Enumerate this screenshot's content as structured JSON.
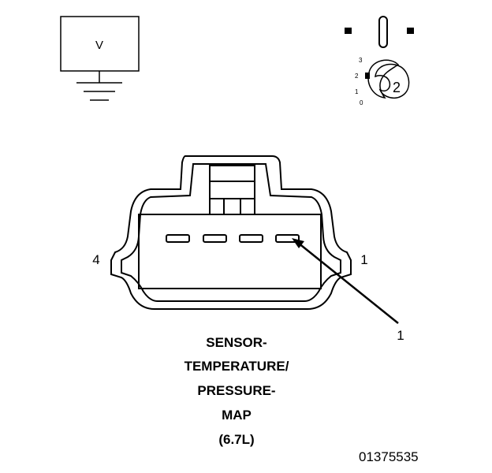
{
  "meter": {
    "label": "V"
  },
  "selector": {
    "scale": [
      "3",
      "2",
      "1",
      "0"
    ],
    "position_label": "2"
  },
  "connector": {
    "pin_left_label": "4",
    "pin_right_label": "1",
    "callout_label": "1"
  },
  "caption": {
    "lines": [
      "SENSOR-",
      "TEMPERATURE/",
      "PRESSURE-",
      "MAP",
      "(6.7L)"
    ]
  },
  "figure_id": "01375535"
}
